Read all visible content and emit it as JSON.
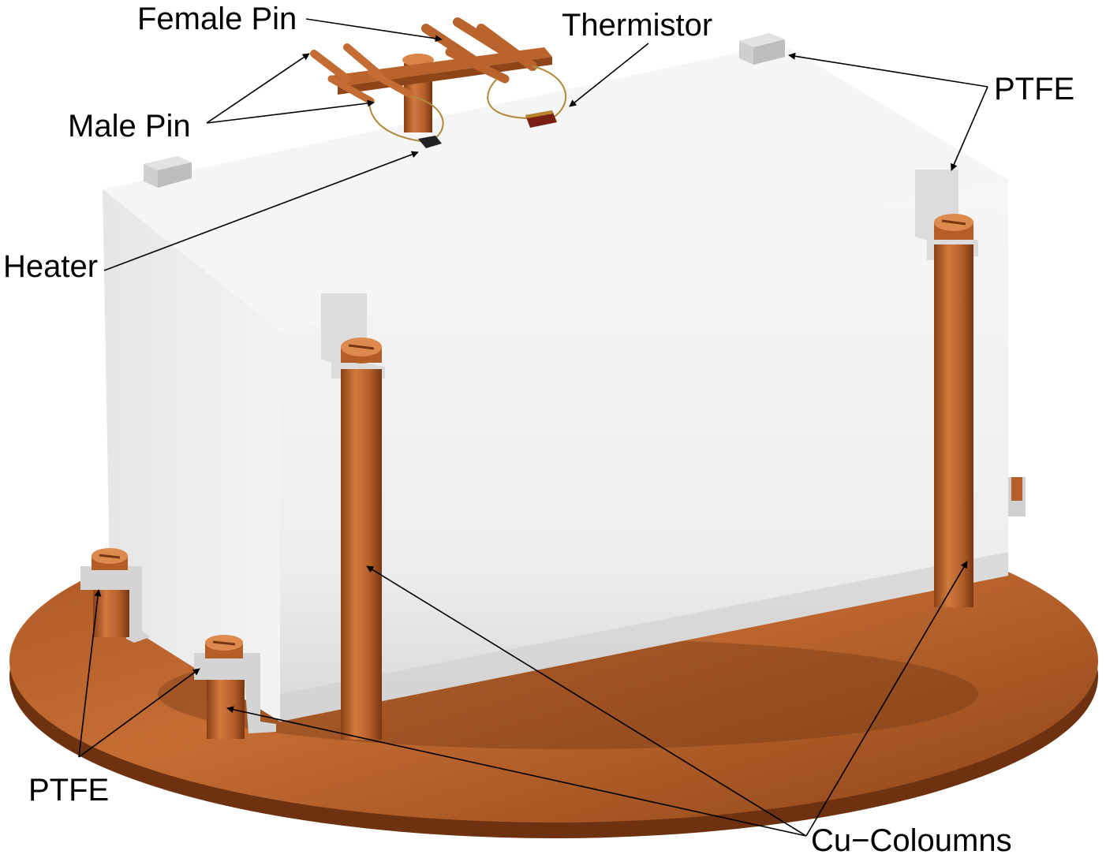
{
  "labels": {
    "female_pin": "Female Pin",
    "thermistor": "Thermistor",
    "male_pin": "Male Pin",
    "ptfe_top": "PTFE",
    "heater": "Heater",
    "ptfe_bottom": "PTFE",
    "cu_columns": "Cu−Coloumns"
  },
  "colors": {
    "copper": "#b8612a",
    "copper_dark": "#8f4517",
    "box_white": "#f2f2f2",
    "ptfe_gray": "#d6d6d6",
    "arrow": "#000000"
  }
}
